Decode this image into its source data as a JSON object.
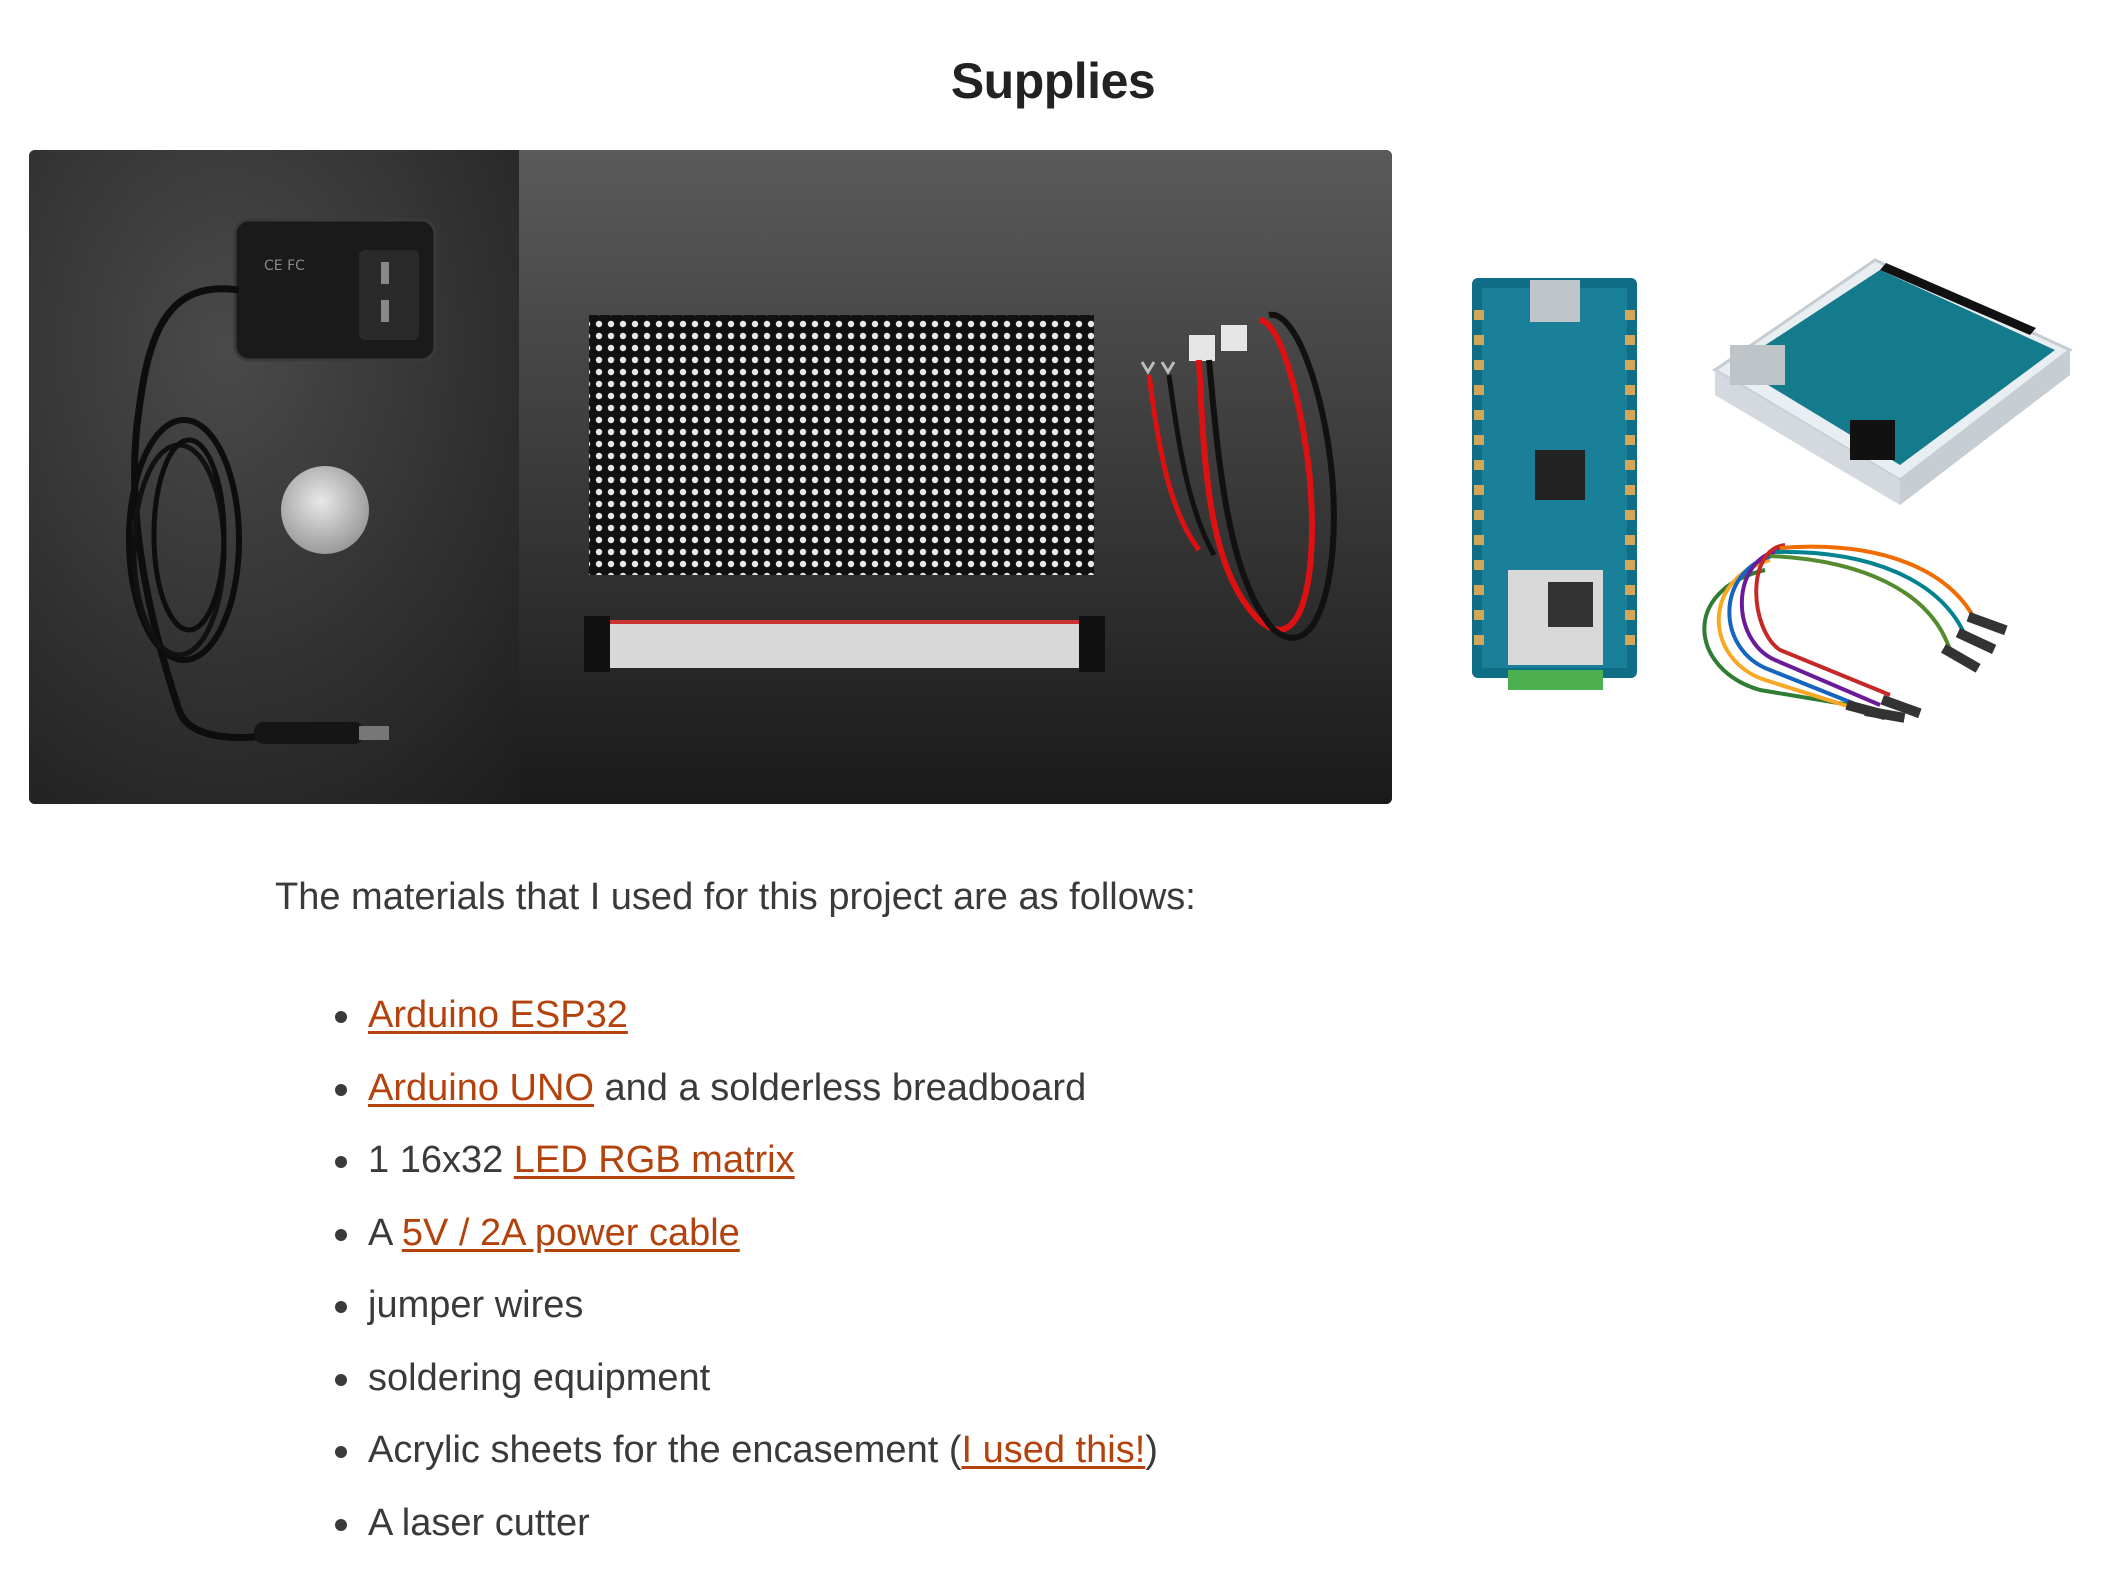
{
  "page": {
    "title": "Supplies",
    "intro": "The materials that I used for this project are as follows:"
  },
  "supplies": [
    {
      "prefix": "",
      "link": "Arduino ESP32",
      "suffix": ""
    },
    {
      "prefix": "",
      "link": "Arduino UNO",
      "suffix": " and a solderless breadboard"
    },
    {
      "prefix": "1 16x32 ",
      "link": "LED RGB matrix",
      "suffix": ""
    },
    {
      "prefix": "A ",
      "link": "5V / 2A power cable",
      "suffix": ""
    },
    {
      "prefix": "jumper wires",
      "link": "",
      "suffix": ""
    },
    {
      "prefix": "soldering equipment",
      "link": "",
      "suffix": ""
    },
    {
      "prefix": "Acrylic sheets for the encasement (",
      "link": "I used this!",
      "suffix": ")"
    },
    {
      "prefix": "A laser cutter",
      "link": "",
      "suffix": ""
    }
  ],
  "colors": {
    "link": "#b3420d",
    "text": "#3a3a3a",
    "photo_bg": "#262626"
  }
}
